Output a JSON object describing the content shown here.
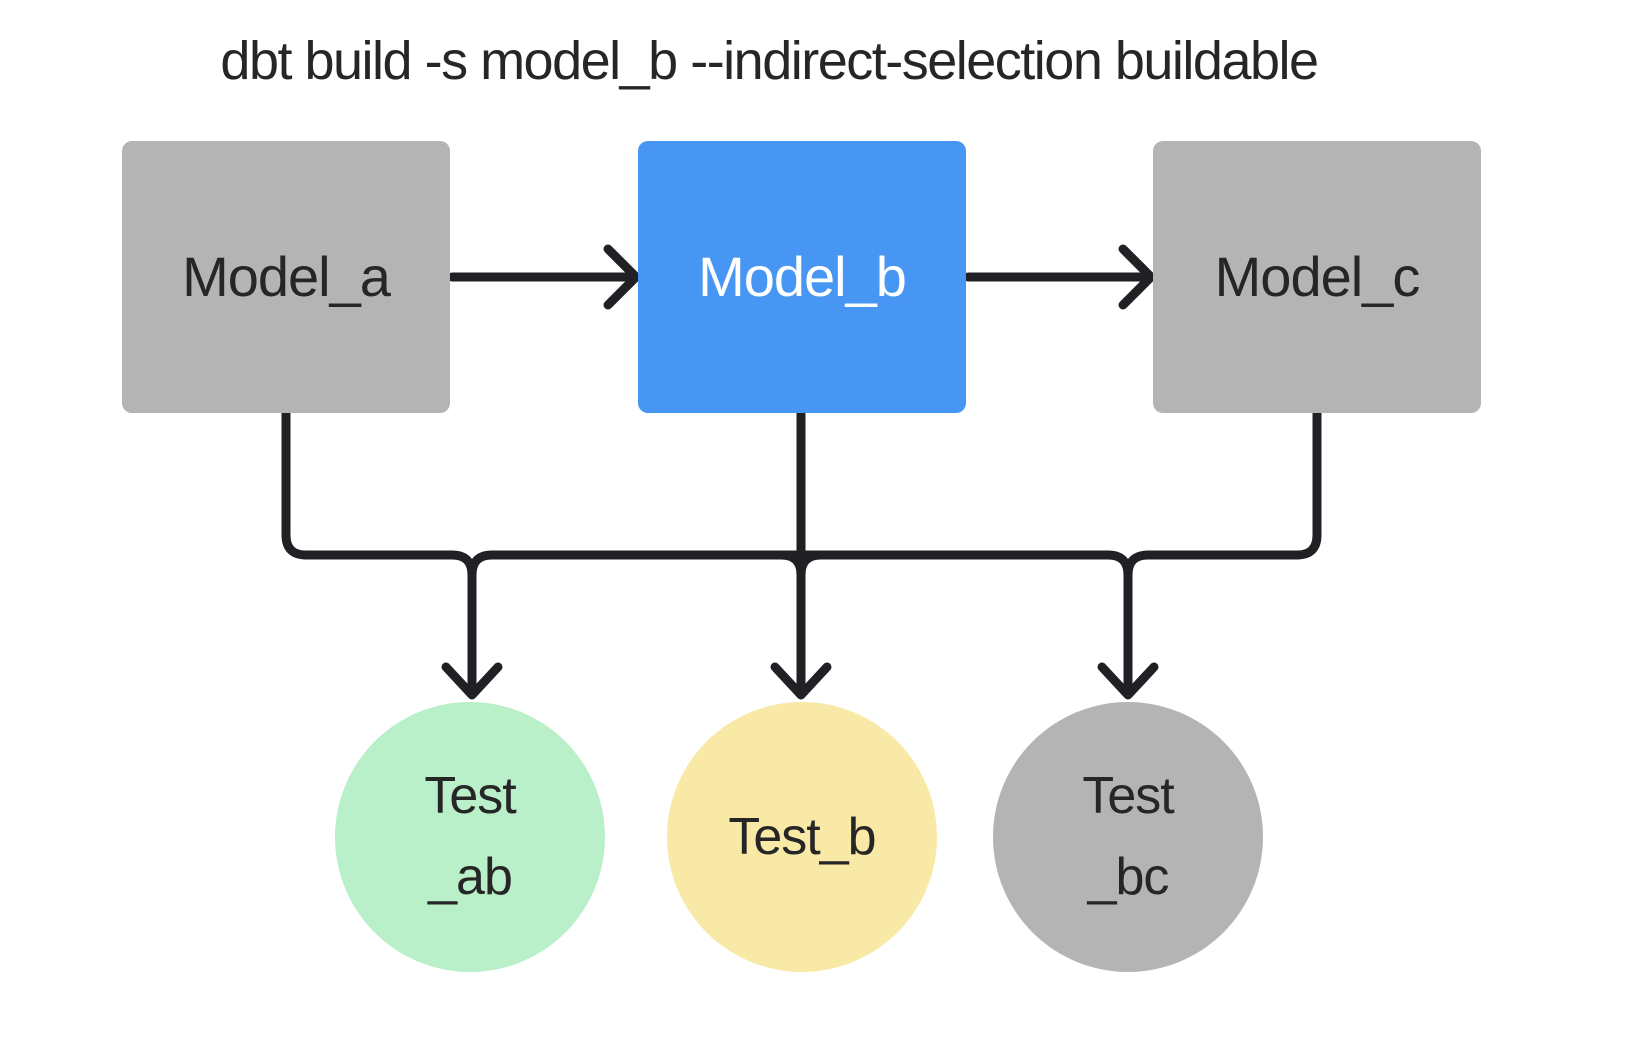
{
  "title": "dbt build -s model_b --indirect-selection buildable",
  "colors": {
    "background": "#ffffff",
    "line": "#202124",
    "selected_model_blue": "#4896f3",
    "unselected_gray": "#b4b4b4",
    "test_green": "#b9efc9",
    "test_yellow": "#f9e9a6",
    "dark_text": "#262626",
    "light_text": "#ffffff"
  },
  "nodes": {
    "model_a": {
      "label": "Model_a",
      "shape": "rect",
      "fill": "#b4b4b4",
      "text": "#262626"
    },
    "model_b": {
      "label": "Model_b",
      "shape": "rect",
      "fill": "#4896f3",
      "text": "#ffffff"
    },
    "model_c": {
      "label": "Model_c",
      "shape": "rect",
      "fill": "#b4b4b4",
      "text": "#262626"
    },
    "test_ab": {
      "lines": [
        "Test",
        "_ab"
      ],
      "shape": "circle",
      "fill": "#b9efc9",
      "text": "#262626"
    },
    "test_b": {
      "lines": [
        "Test_b"
      ],
      "shape": "circle",
      "fill": "#f9e9a6",
      "text": "#262626"
    },
    "test_bc": {
      "lines": [
        "Test",
        "_bc"
      ],
      "shape": "circle",
      "fill": "#b4b4b4",
      "text": "#262626"
    }
  },
  "edges": [
    {
      "from": "model_a",
      "to": "model_b"
    },
    {
      "from": "model_b",
      "to": "model_c"
    },
    {
      "from": "model_a",
      "to": "test_ab"
    },
    {
      "from": "model_b",
      "to": "test_ab"
    },
    {
      "from": "model_b",
      "to": "test_b"
    },
    {
      "from": "model_b",
      "to": "test_bc"
    },
    {
      "from": "model_c",
      "to": "test_bc"
    }
  ]
}
